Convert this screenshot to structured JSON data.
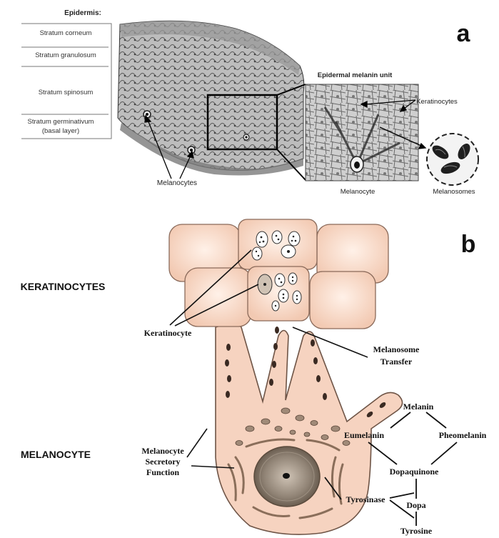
{
  "panel_a": {
    "letter": "a",
    "layers_heading": "Epidermis:",
    "layers": [
      "Stratum corneum",
      "Stratum granulosum",
      "Stratum spinosum",
      "Stratum germinativum",
      "(basal layer)"
    ],
    "melanocytes_label": "Melanocytes",
    "inset_title": "Epidermal melanin unit",
    "inset_keratinocytes_label": "Keratinocytes",
    "inset_melanocyte_label": "Melanocyte",
    "melanosomes_label": "Melanosomes"
  },
  "panel_b": {
    "letter": "b",
    "keratinocytes_heading": "KERATINOCYTES",
    "melanocyte_heading": "MELANOCYTE",
    "keratinocyte_label": "Keratinocyte",
    "transfer_label_1": "Melanosome",
    "transfer_label_2": "Transfer",
    "secretory_label_1": "Melanocyte",
    "secretory_label_2": "Secretory",
    "secretory_label_3": "Function",
    "pathway": {
      "melanin": "Melanin",
      "eumelanin": "Eumelanin",
      "pheomelanin": "Pheomelanin",
      "dopaquinone": "Dopaquinone",
      "tyrosinase": "Tyrosinase",
      "dopa": "Dopa",
      "tyrosine": "Tyrosine"
    }
  },
  "colors": {
    "cell_fill": "#f6d3c0",
    "cell_stroke": "#8a6a5a",
    "melanosome": "#3a2a22",
    "nucleus": "#9a8a7a",
    "tissue_gray": "#8c8c8c"
  }
}
